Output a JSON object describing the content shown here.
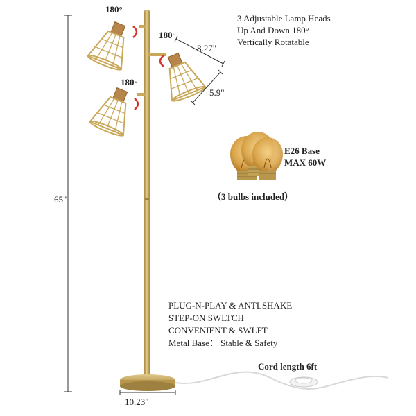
{
  "heads_description": {
    "line1": "3 Adjustable Lamp Heads",
    "line2": "Up And Down 180°",
    "line3": "Vertically Rotatable"
  },
  "rotation_labels": {
    "top": "180°",
    "middle": "180°",
    "bottom": "180°"
  },
  "dimensions": {
    "height": "65\"",
    "shade_length": "8.27\"",
    "shade_width": "5.9\"",
    "base_diameter": "10.23\""
  },
  "bulb": {
    "base_type": "E26 Base",
    "max_wattage": "MAX  60W",
    "included_note": "（3 bulbs included）"
  },
  "features": {
    "line1": "PLUG-N-PLAY & ANTLSHAKE",
    "line2": "STEP-ON SWLTCH",
    "line3": "CONVENIENT & SWLFT",
    "line4": "Metal Base： Stable & Safety"
  },
  "cord_label": "Cord length 6ft",
  "colors": {
    "brass": "#c9a85a",
    "brass_dark": "#9e8140",
    "socket": "#b8864a",
    "arrow_red": "#d9342b",
    "dimension_line": "#333333"
  }
}
